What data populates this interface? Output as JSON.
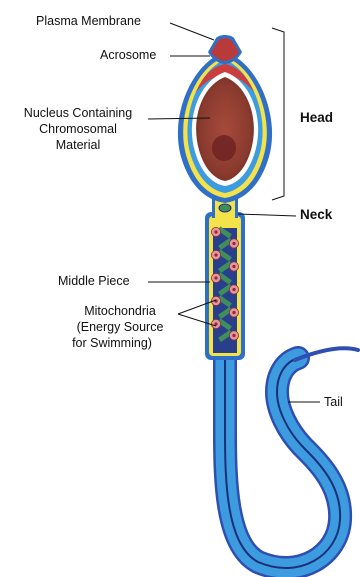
{
  "labels": {
    "plasma_membrane": "Plasma Membrane",
    "acrosome": "Acrosome",
    "nucleus_line1": "Nucleus Containing",
    "nucleus_line2": "Chromosomal",
    "nucleus_line3": "Material",
    "head": "Head",
    "neck": "Neck",
    "middle_piece": "Middle Piece",
    "mito_line1": "Mitochondria",
    "mito_line2": "(Energy Source",
    "mito_line3": "for Swimming)",
    "tail": "Tail"
  },
  "colors": {
    "membrane_blue": "#2f6fc8",
    "cytoplasm_blue": "#3d9be0",
    "yellow": "#f3e24a",
    "acrosome_red": "#b83a3a",
    "nucleus_brown": "#8a3b2e",
    "nucleus_center": "#6a2222",
    "mito_pink": "#e6959c",
    "mito_green": "#3f8f5a",
    "axis_navy": "#1d2f7a"
  }
}
